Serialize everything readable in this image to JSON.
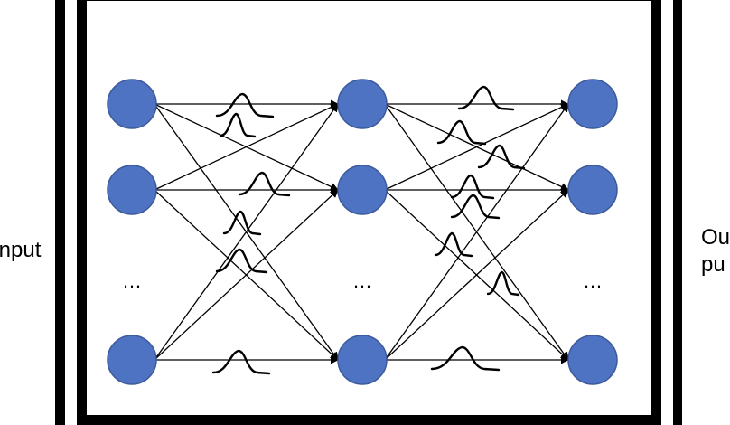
{
  "labels": {
    "input": "Input",
    "output_line1": "Ou",
    "output_line2": "pu"
  },
  "layers": [
    {
      "nodes": [
        "node",
        "node",
        "…",
        "node"
      ]
    },
    {
      "nodes": [
        "node",
        "node",
        "…",
        "node"
      ]
    },
    {
      "nodes": [
        "node",
        "node",
        "…",
        "node"
      ]
    }
  ],
  "colors": {
    "node_fill": "#4f73c3",
    "node_stroke": "#3c5a9c",
    "edge": "#000000",
    "frame": "#000000"
  }
}
